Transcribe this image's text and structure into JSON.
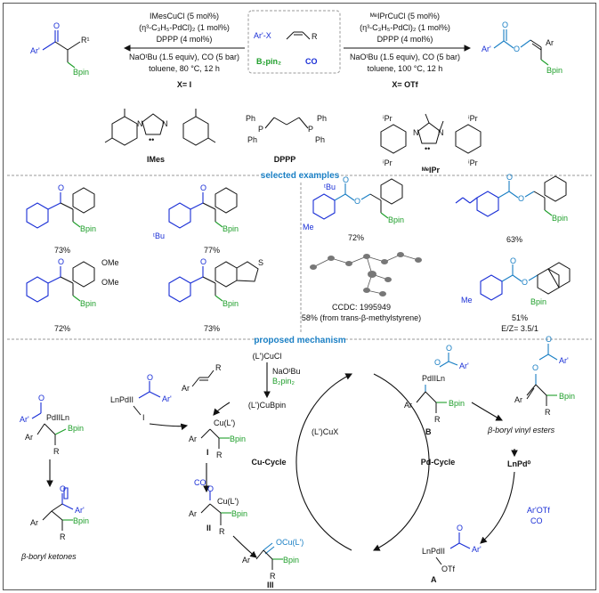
{
  "top": {
    "left_conditions": {
      "line1": "IMesCuCl (5 mol%)",
      "line2": "(η³-C₃H₅-PdCl)₂ (1 mol%)",
      "line3": "DPPP (4 mol%)",
      "line4": "NaOᵗBu (1.5 equiv), CO (5 bar)",
      "line5": "toluene, 80 °C, 12 h",
      "xlabel": "X= I"
    },
    "right_conditions": {
      "line1": "ᴹᵉIPrCuCl (5 mol%)",
      "line2": "(η³-C₃H₅-PdCl)₂ (1 mol%)",
      "line3": "DPPP (4 mol%)",
      "line4": "NaOᵗBu (1.5 equiv), CO (5 bar)",
      "line5": "toluene, 100 °C, 12 h",
      "xlabel": "X= OTf"
    },
    "reagents": {
      "arx": "Ar'-X",
      "r": "R",
      "b2pin2": "B₂pin₂",
      "co": "CO"
    },
    "left_product": {
      "ar1": "Ar'",
      "r1": "R¹",
      "bpin": "Bpin"
    },
    "right_product": {
      "ar1": "Ar'",
      "ar": "Ar",
      "bpin": "Bpin"
    },
    "ligands": {
      "imes": "IMes",
      "dppp": "DPPP",
      "meipr": "ᴹᵉIPr",
      "ph": "Ph",
      "ipr": "ⁱPr"
    }
  },
  "examples": {
    "heading": "selected examples",
    "items": [
      {
        "yield": "73%"
      },
      {
        "yield": "77%",
        "sub": "ᵗBu"
      },
      {
        "yield": "72%",
        "sub1": "OMe",
        "sub2": "OMe"
      },
      {
        "yield": "73%",
        "s": "S"
      },
      {
        "yield": "72%",
        "sub": "ᵗBu",
        "me": "Me"
      },
      {
        "yield": "63%"
      },
      {
        "yield": "51%",
        "me": "Me",
        "ez": "E/Z= 3.5/1"
      }
    ],
    "bpin": "Bpin",
    "ccdc": "CCDC: 1995949",
    "ccdc_note": "58% (from trans-β-methylstyrene)"
  },
  "mechanism": {
    "heading": "proposed mechanism",
    "cu_cycle": "Cu-Cycle",
    "pd_cycle": "Pd-Cycle",
    "lcucl": "(L')CuCl",
    "naotbu": "NaOᵗBu",
    "b2pin2": "B₂pin₂",
    "lcubpin": "(L')CuBpin",
    "lcux": "(L')CuX",
    "int_I": "I",
    "int_II": "II",
    "int_III": "III",
    "int_A": "A",
    "int_B": "B",
    "cul": "Cu(L')",
    "ocul": "OCu(L')",
    "lnpd0": "LnPd⁰",
    "lnpdii": "LnPdII",
    "pdiiln": "PdIILn",
    "otf": "OTf",
    "arotf": "Ar'OTf",
    "co": "CO",
    "ar": "Ar",
    "ar1": "Ar'",
    "r": "R",
    "bpin": "Bpin",
    "iodo": "I",
    "vinyl_esters": "β-boryl vinyl esters",
    "ketones": "β-boryl ketones"
  }
}
